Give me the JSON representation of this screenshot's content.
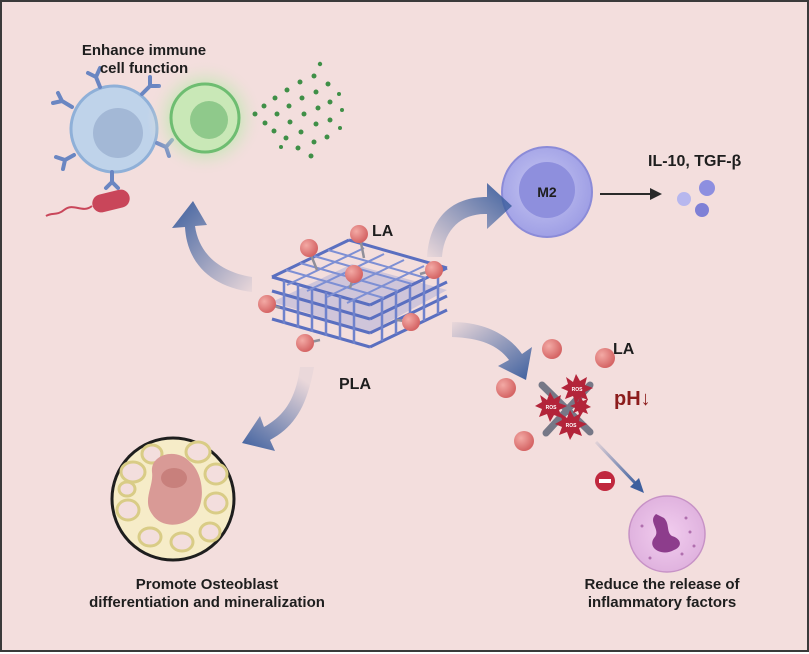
{
  "labels": {
    "immune_title_1": "Enhance immune",
    "immune_title_2": "cell function",
    "m2": "M2",
    "cytokines": "IL-10, TGF-β",
    "la_top": "LA",
    "la_right": "LA",
    "pla": "PLA",
    "ph": "pH",
    "ph_arrow": "↓",
    "ros": "ROS",
    "osteo_1": "Promote Osteoblast",
    "osteo_2": "differentiation and mineralization",
    "inflam_1": "Reduce the release of",
    "inflam_2": "inflammatory factors"
  },
  "colors": {
    "background": "#f3dedd",
    "arrow_blue": "#3d5f9e",
    "scaffold_blue": "#5a6fc0",
    "la_sphere": "#e07a7a",
    "ros_burst": "#b3243a",
    "ph_text": "#8c1c1c",
    "macrophage_m2": "#9d9ee6",
    "neutrophil": "#e9b4e6"
  },
  "icons": [
    "t-cell-icon",
    "green-cell-icon",
    "bacterium-icon",
    "m2-macrophage-icon",
    "cytokine-dots-icon",
    "pla-scaffold-icon",
    "osteoblast-icon",
    "ros-burst-icon",
    "neutrophil-icon",
    "inhibit-icon"
  ]
}
